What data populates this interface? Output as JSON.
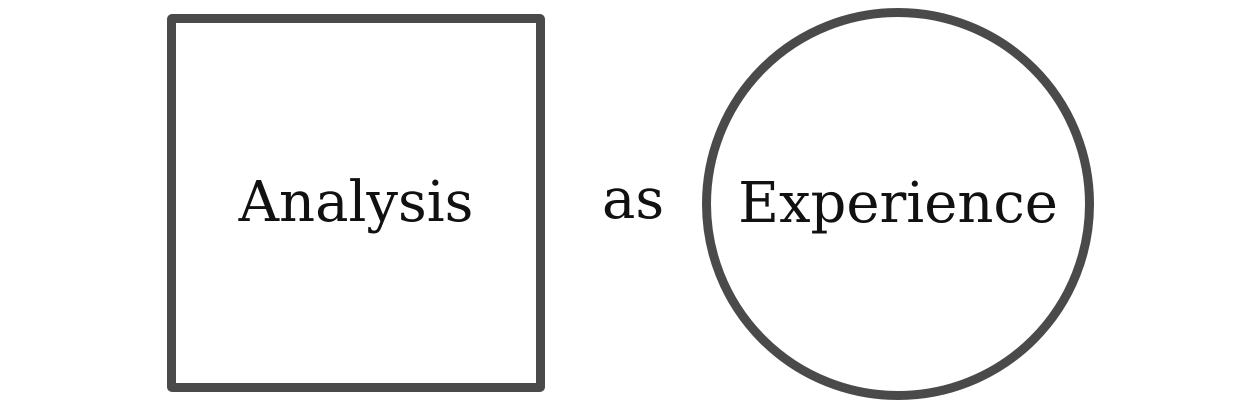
{
  "diagram": {
    "left_shape": {
      "shape": "square",
      "label": "Analysis"
    },
    "connector": {
      "label": "as"
    },
    "right_shape": {
      "shape": "circle",
      "label": "Experience"
    },
    "colors": {
      "outline": "#4a4a4a",
      "text": "#111111",
      "background": "#ffffff"
    }
  }
}
